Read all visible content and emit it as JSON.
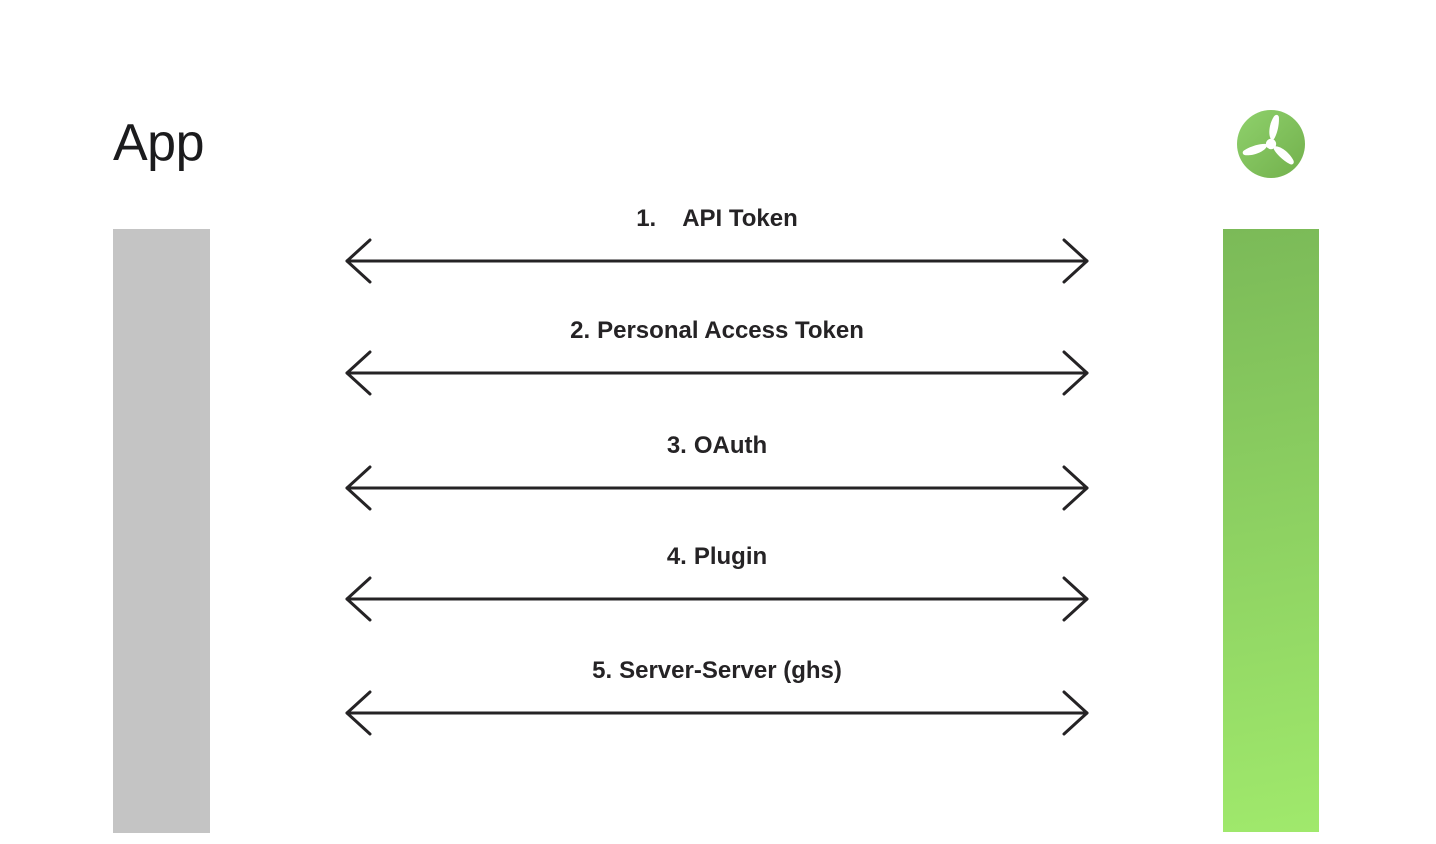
{
  "title": "App",
  "logo_icon": "windmill-turbine-icon",
  "arrows": [
    {
      "number": "1.",
      "label": "API Token"
    },
    {
      "number": "2.",
      "label": "Personal Access Token"
    },
    {
      "number": "3.",
      "label": "OAuth"
    },
    {
      "number": "4.",
      "label": "Plugin"
    },
    {
      "number": "5.",
      "label": "Server-Server (ghs)"
    }
  ],
  "colors": {
    "ink": "#252325",
    "title_ink": "#1b1b1d",
    "left_bar": "#c4c4c4",
    "right_bar_top": "#7bba58",
    "right_bar_bottom": "#a0e96c",
    "logo_green_light": "#8fd16c",
    "logo_green_dark": "#72b04c",
    "background": "#ffffff"
  }
}
